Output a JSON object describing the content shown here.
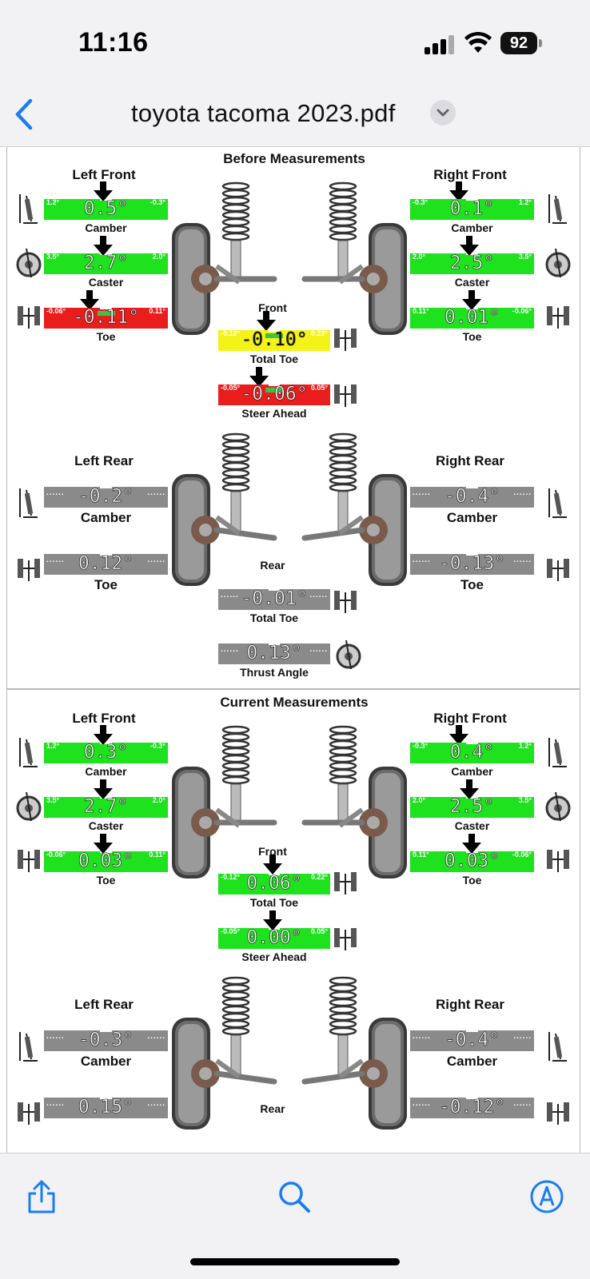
{
  "status": {
    "time": "11:16",
    "battery": "92"
  },
  "nav": {
    "title": "toyota tacoma 2023.pdf"
  },
  "colors": {
    "green": "#1de21d",
    "red": "#ea1d1d",
    "yellow": "#f3f31a",
    "grey": "#8a8a8a",
    "accent": "#1a7cf5"
  },
  "before": {
    "title": "Before Measurements",
    "left_front": "Left Front",
    "right_front": "Right Front",
    "left_rear": "Left Rear",
    "right_rear": "Right Rear",
    "front": "Front",
    "rear": "Rear",
    "lf_camber": {
      "val": "0.5°",
      "min": "1.2°",
      "max": "-0.3°",
      "label": "Camber"
    },
    "lf_caster": {
      "val": "2.7°",
      "min": "3.5°",
      "max": "2.0°",
      "label": "Caster"
    },
    "lf_toe": {
      "val": "-0.11°",
      "min": "-0.06°",
      "max": "0.11°",
      "label": "Toe"
    },
    "rf_camber": {
      "val": "0.1°",
      "min": "-0.3°",
      "max": "1.2°",
      "label": "Camber"
    },
    "rf_caster": {
      "val": "2.5°",
      "min": "2.0°",
      "max": "3.5°",
      "label": "Caster"
    },
    "rf_toe": {
      "val": "0.01°",
      "min": "0.11°",
      "max": "-0.06°",
      "label": "Toe"
    },
    "total_toe": {
      "val": "-0.10°",
      "min": "-0.12°",
      "max": "0.22°",
      "label": "Total Toe"
    },
    "steer_ahead": {
      "val": "-0.06°",
      "min": "-0.05°",
      "max": "0.05°",
      "label": "Steer Ahead"
    },
    "lr_camber": {
      "val": "-0.2°",
      "min": "......",
      "max": "......",
      "label": "Camber"
    },
    "lr_toe": {
      "val": "0.12°",
      "min": "......",
      "max": "......",
      "label": "Toe"
    },
    "rr_camber": {
      "val": "-0.4°",
      "min": "......",
      "max": "......",
      "label": "Camber"
    },
    "rr_toe": {
      "val": "-0.13°",
      "min": "......",
      "max": "......",
      "label": "Toe"
    },
    "rear_total_toe": {
      "val": "-0.01°",
      "min": "......",
      "max": "......",
      "label": "Total Toe"
    },
    "thrust": {
      "val": "0.13°",
      "min": "......",
      "max": "......",
      "label": "Thrust Angle"
    }
  },
  "current": {
    "title": "Current Measurements",
    "left_front": "Left Front",
    "right_front": "Right Front",
    "left_rear": "Left Rear",
    "right_rear": "Right Rear",
    "front": "Front",
    "rear": "Rear",
    "lf_camber": {
      "val": "0.3°",
      "min": "1.2°",
      "max": "-0.3°",
      "label": "Camber"
    },
    "lf_caster": {
      "val": "2.7°",
      "min": "3.5°",
      "max": "2.0°",
      "label": "Caster"
    },
    "lf_toe": {
      "val": "0.03°",
      "min": "-0.06°",
      "max": "0.11°",
      "label": "Toe"
    },
    "rf_camber": {
      "val": "0.4°",
      "min": "-0.3°",
      "max": "1.2°",
      "label": "Camber"
    },
    "rf_caster": {
      "val": "2.5°",
      "min": "2.0°",
      "max": "3.5°",
      "label": "Caster"
    },
    "rf_toe": {
      "val": "0.03°",
      "min": "0.11°",
      "max": "-0.06°",
      "label": "Toe"
    },
    "total_toe": {
      "val": "0.06°",
      "min": "-0.12°",
      "max": "0.22°",
      "label": "Total Toe"
    },
    "steer_ahead": {
      "val": "0.00°",
      "min": "-0.05°",
      "max": "0.05°",
      "label": "Steer Ahead"
    },
    "lr_camber": {
      "val": "-0.3°",
      "min": "......",
      "max": "......",
      "label": "Camber"
    },
    "lr_toe": {
      "val": "0.15°",
      "min": "......",
      "max": "......"
    },
    "rr_camber": {
      "val": "-0.4°",
      "min": "......",
      "max": "......",
      "label": "Camber"
    },
    "rr_toe": {
      "val": "-0.12°",
      "min": "......",
      "max": "......"
    }
  }
}
